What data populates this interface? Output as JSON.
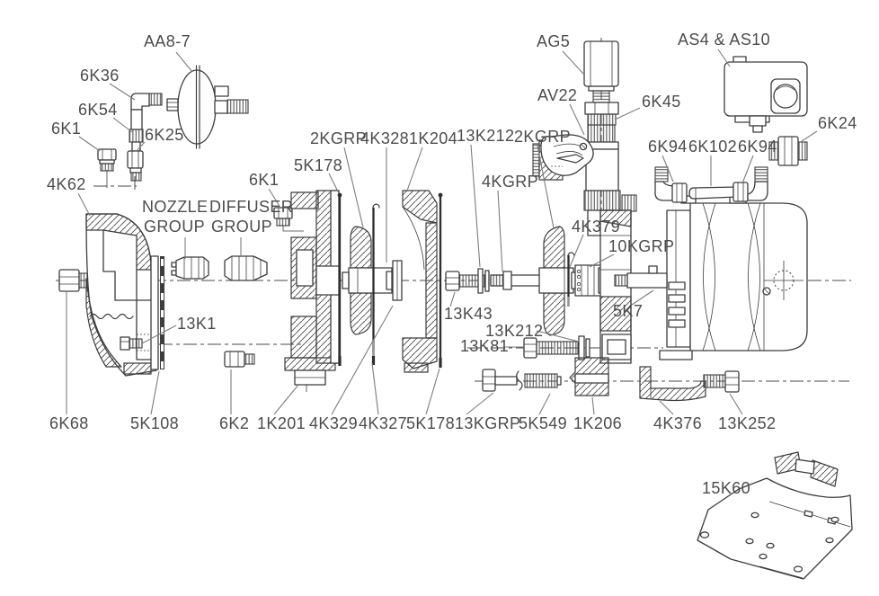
{
  "diagram": {
    "kind": "exploded parts diagram",
    "background": "#ffffff"
  },
  "colors": {
    "line": "#3d3d3d",
    "leader": "#7d7d7d",
    "text": "#4c4c4c",
    "background": "#ffffff"
  },
  "labels": [
    {
      "id": "aa8-7",
      "text": "AA8-7"
    },
    {
      "id": "6k36",
      "text": "6K36"
    },
    {
      "id": "6k54",
      "text": "6K54"
    },
    {
      "id": "6k1-a",
      "text": "6K1"
    },
    {
      "id": "6k25",
      "text": "6K25"
    },
    {
      "id": "4k62",
      "text": "4K62"
    },
    {
      "id": "nozzle-line1",
      "text": "NOZZLE"
    },
    {
      "id": "nozzle-line2",
      "text": "GROUP"
    },
    {
      "id": "diffuser-line1",
      "text": "DIFFUSER"
    },
    {
      "id": "diffuser-line2",
      "text": "GROUP"
    },
    {
      "id": "6k1-b",
      "text": "6K1"
    },
    {
      "id": "5k178-top",
      "text": "5K178"
    },
    {
      "id": "2kgrp-left",
      "text": "2KGRP"
    },
    {
      "id": "4k328",
      "text": "4K328"
    },
    {
      "id": "1k204",
      "text": "1K204"
    },
    {
      "id": "13k212-top",
      "text": "13K212"
    },
    {
      "id": "2kgrp-right",
      "text": "2KGRP"
    },
    {
      "id": "4kgrp",
      "text": "4KGRP"
    },
    {
      "id": "ag5",
      "text": "AG5"
    },
    {
      "id": "av22",
      "text": "AV22"
    },
    {
      "id": "6k45",
      "text": "6K45"
    },
    {
      "id": "as4-as10",
      "text": "AS4 & AS10"
    },
    {
      "id": "6k24",
      "text": "6K24"
    },
    {
      "id": "6k94-left",
      "text": "6K94"
    },
    {
      "id": "6k102",
      "text": "6K102"
    },
    {
      "id": "6k94-right",
      "text": "6K94"
    },
    {
      "id": "4k379",
      "text": "4K379"
    },
    {
      "id": "10kgrp",
      "text": "10KGRP"
    },
    {
      "id": "5k7",
      "text": "5K7"
    },
    {
      "id": "13k43",
      "text": "13K43"
    },
    {
      "id": "13k212-low",
      "text": "13K212"
    },
    {
      "id": "13k81",
      "text": "13K81"
    },
    {
      "id": "13k1",
      "text": "13K1"
    },
    {
      "id": "6k68",
      "text": "6K68"
    },
    {
      "id": "5k108",
      "text": "5K108"
    },
    {
      "id": "6k2",
      "text": "6K2"
    },
    {
      "id": "1k201",
      "text": "1K201"
    },
    {
      "id": "4k329",
      "text": "4K329"
    },
    {
      "id": "4k327",
      "text": "4K327"
    },
    {
      "id": "5k178-bottom",
      "text": "5K178"
    },
    {
      "id": "13kgrp",
      "text": "13KGRP"
    },
    {
      "id": "5k549",
      "text": "5K549"
    },
    {
      "id": "1k206",
      "text": "1K206"
    },
    {
      "id": "4k376",
      "text": "4K376"
    },
    {
      "id": "13k252",
      "text": "13K252"
    },
    {
      "id": "15k60",
      "text": "15K60"
    }
  ]
}
